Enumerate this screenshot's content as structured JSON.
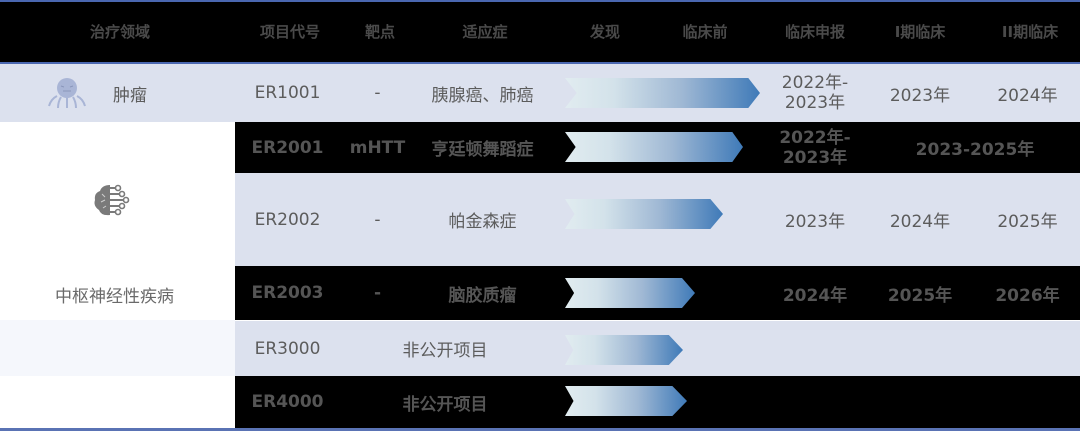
{
  "header": {
    "columns": [
      "治疗领域",
      "项目代号",
      "靶点",
      "适应症",
      "发现",
      "临床前",
      "临床申报",
      "I期临床",
      "II期临床"
    ]
  },
  "areas": {
    "oncology": {
      "label": "肿瘤",
      "icon": "tumor-icon"
    },
    "cns": {
      "label": "中枢神经性疾病",
      "icon": "brain-circuit-icon"
    }
  },
  "rows": [
    {
      "code": "ER1001",
      "target": "-",
      "indication": "胰腺癌、肺癌",
      "filing": "2022年-\n2023年",
      "phase1": "2023年",
      "phase2": "2024年",
      "progress_stage": "临床前"
    },
    {
      "code": "ER2001",
      "target": "mHTT",
      "indication": "亨廷顿舞蹈症",
      "filing": "2022年-\n2023年",
      "phase1_2": "2023-2025年",
      "progress_stage": "临床前"
    },
    {
      "code": "ER2002",
      "target": "-",
      "indication": "帕金森症",
      "filing": "2023年",
      "phase1": "2024年",
      "phase2": "2025年",
      "progress_stage": "临床前"
    },
    {
      "code": "ER2003",
      "target": "-",
      "indication": "脑胶质瘤",
      "filing": "2024年",
      "phase1": "2025年",
      "phase2": "2026年",
      "progress_stage": "发现"
    },
    {
      "code": "ER3000",
      "target_indication": "非公开项目",
      "progress_stage": "发现"
    },
    {
      "code": "ER4000",
      "target_indication": "非公开项目",
      "progress_stage": "发现"
    }
  ],
  "colors": {
    "header_bg": "#000000",
    "border_blue": "#4a67b0",
    "light_row": "#dce1ee",
    "arrow_start": "#e1ecf0",
    "arrow_end": "#3f7ab8"
  }
}
